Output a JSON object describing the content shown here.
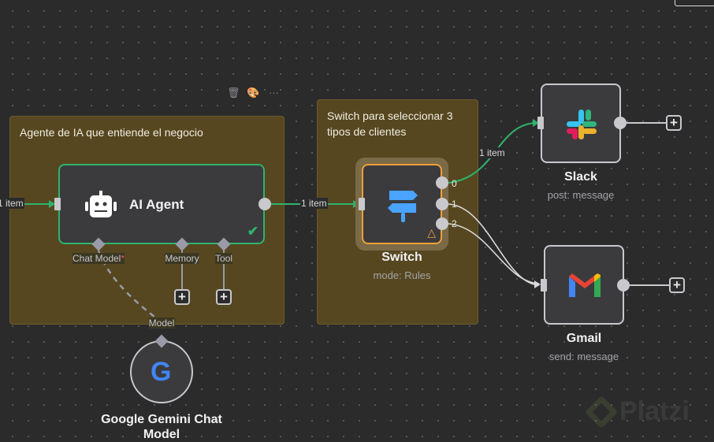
{
  "toolbar": {
    "delete_icon": "trash-icon",
    "color_icon": "palette-icon",
    "more_icon": "ellipsis-icon",
    "more": "···"
  },
  "groups": [
    {
      "title": "Agente de IA que entiende el negocio",
      "color": "#564720"
    },
    {
      "title": "Switch para seleccionar 3 tipos de clientes",
      "color": "#564720"
    }
  ],
  "nodes": {
    "ai_agent": {
      "title": "AI Agent",
      "icon": "robot-icon",
      "status": "success",
      "handles": {
        "chat_model": "Chat Model",
        "required": "*",
        "memory": "Memory",
        "tool": "Tool"
      }
    },
    "gemini": {
      "title": "Google Gemini Chat Model",
      "handle": "Model",
      "icon": "google-icon"
    },
    "switch": {
      "title": "Switch",
      "subtitle": "mode: Rules",
      "icon": "signpost-icon",
      "warning": true,
      "outputs": [
        "0",
        "1",
        "2"
      ]
    },
    "slack": {
      "title": "Slack",
      "subtitle": "post: message",
      "icon": "slack-icon"
    },
    "gmail": {
      "title": "Gmail",
      "subtitle": "send: message",
      "icon": "gmail-icon"
    }
  },
  "edges": {
    "input_label": "1 item",
    "agent_to_switch": "1 item",
    "switch_to_slack": "1 item"
  },
  "colors": {
    "success": "#2fb36b",
    "warning": "#f0a03a",
    "group": "#564720"
  },
  "watermark": "Platzi"
}
